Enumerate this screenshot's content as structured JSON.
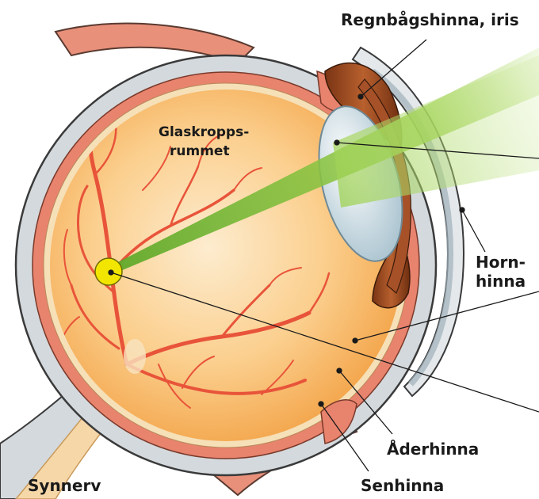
{
  "labels": {
    "iris": "Regnbågshinna, iris",
    "vitreous_line1": "Glaskropps-",
    "vitreous_line2": "rummet",
    "cornea_line1": "Horn-",
    "cornea_line2": "hinna",
    "choroid": "Åderhinna",
    "sclera": "Senhinna",
    "optic_nerve": "Synnerv"
  },
  "colors": {
    "sclera": "#d4d9dd",
    "sclera_edge": "#3a3a3a",
    "choroid": "#e8836e",
    "retina": "#f6e0b8",
    "vitreous_center": "#fde8c7",
    "vitreous_edge": "#f5a94e",
    "iris": "#9a4a22",
    "lens": "#cfe0e8",
    "light_beam": "#8cc63f",
    "vessel": "#e8543a",
    "yellow_spot": "#f2e600",
    "optic_nerve": "#f6d7a8"
  }
}
